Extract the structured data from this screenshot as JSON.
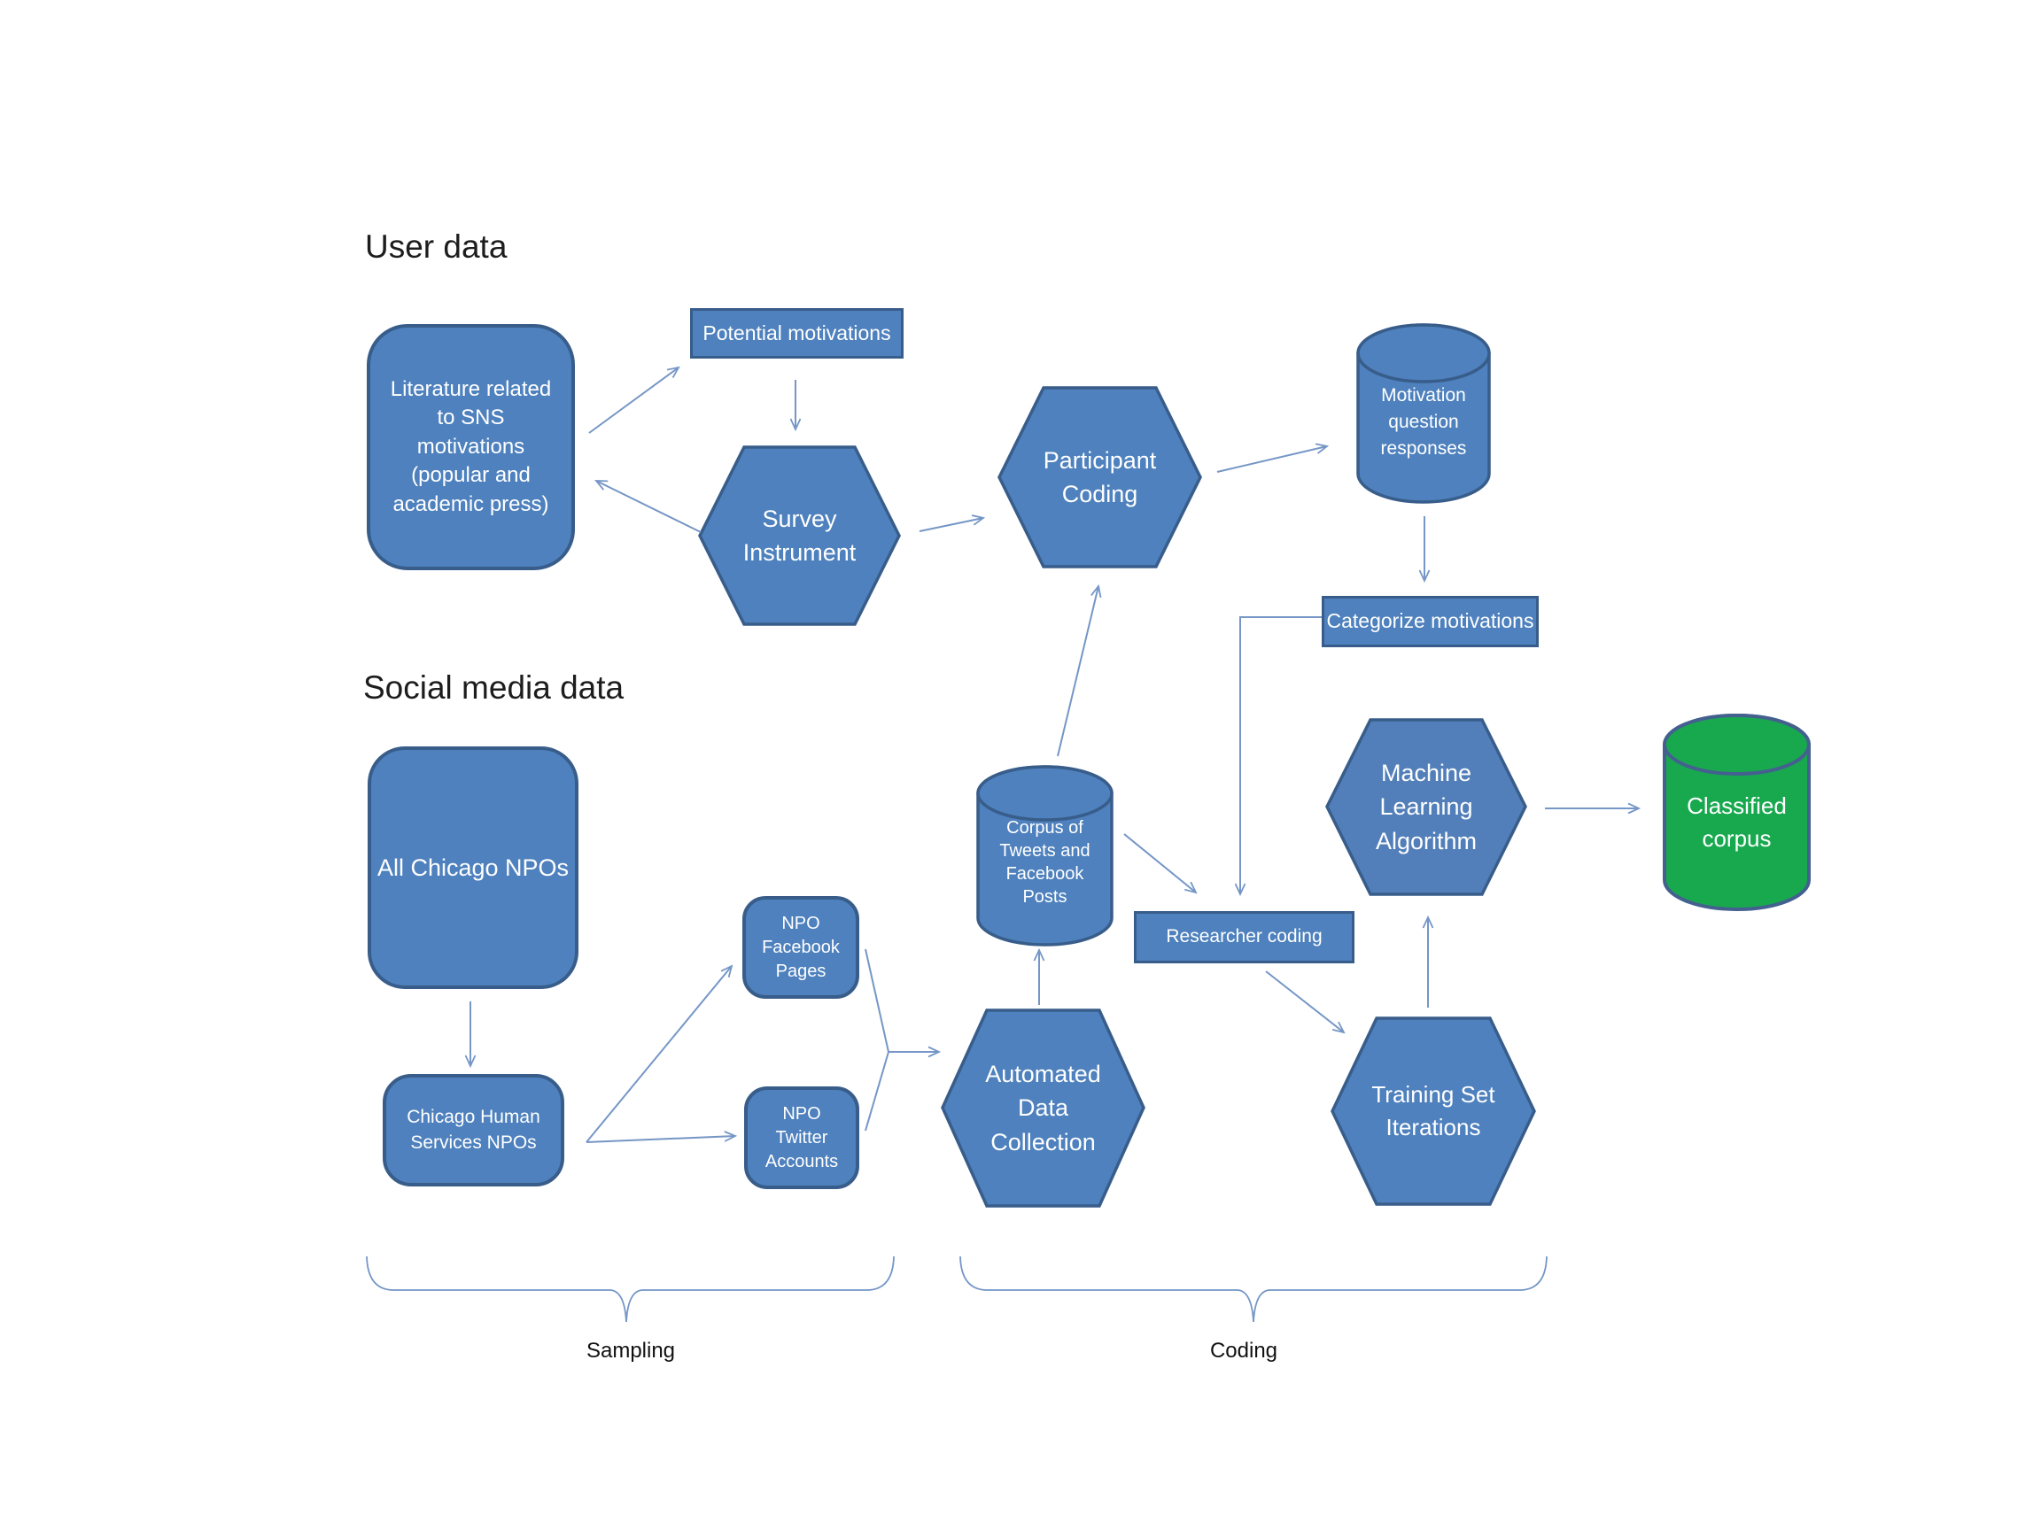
{
  "sections": {
    "user_data": "User data",
    "social_media_data": "Social media data"
  },
  "nodes": {
    "literature": {
      "label": "Literature related\nto SNS\nmotivations\n(popular and\nacademic press)"
    },
    "potential_motivations": {
      "label": "Potential motivations"
    },
    "survey_instrument": {
      "label": "Survey\nInstrument"
    },
    "participant_coding": {
      "label": "Participant\nCoding"
    },
    "motivation_responses": {
      "label": "Motivation\nquestion\nresponses"
    },
    "categorize_motivations": {
      "label": "Categorize motivations"
    },
    "machine_learning": {
      "label": "Machine\nLearning\nAlgorithm"
    },
    "classified_corpus": {
      "label": "Classified\ncorpus"
    },
    "corpus_tweets": {
      "label": "Corpus of\nTweets and\nFacebook\nPosts"
    },
    "researcher_coding": {
      "label": "Researcher  coding"
    },
    "automated_collection": {
      "label": "Automated\nData\nCollection"
    },
    "training_set": {
      "label": "Training Set\nIterations"
    },
    "all_chicago_npos": {
      "label": "All Chicago NPOs"
    },
    "chicago_human_services": {
      "label": "Chicago Human\nServices  NPOs"
    },
    "npo_facebook": {
      "label": "NPO\nFacebook\nPages"
    },
    "npo_twitter": {
      "label": "NPO\nTwitter\nAccounts"
    }
  },
  "group_labels": {
    "sampling": "Sampling",
    "coding": "Coding"
  },
  "colors": {
    "shape_fill": "#4e81bd",
    "shape_border": "#385d8a",
    "green_fill": "#18a94f",
    "green_border": "#44608f",
    "connector": "#7596c6",
    "title_text": "#1d1d1d",
    "label_text": "#ffffff"
  }
}
